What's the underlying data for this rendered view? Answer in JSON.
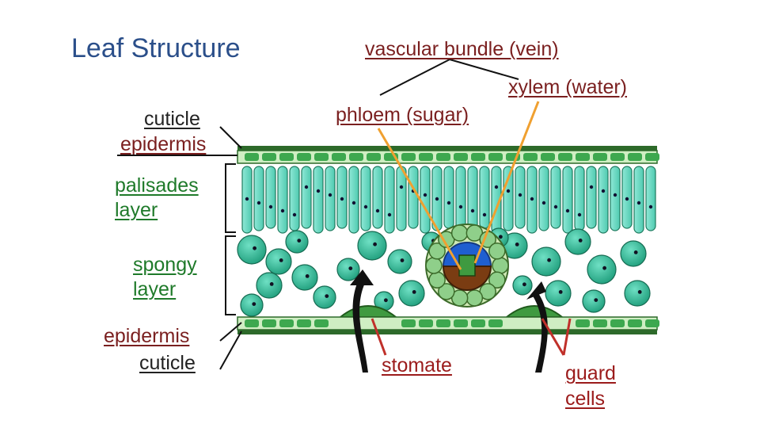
{
  "title": "Leaf Structure",
  "labels": {
    "cuticle_top": "cuticle",
    "epidermis_top": "epidermis",
    "palisades_1": "palisades",
    "palisades_2": "layer",
    "spongy_1": "spongy",
    "spongy_2": "layer",
    "epidermis_bottom": "epidermis",
    "cuticle_bottom": "cuticle",
    "vascular_bundle": "vascular bundle (vein)",
    "xylem": "xylem (water)",
    "phloem": "phloem (sugar)",
    "stomate": "stomate",
    "guard_1": "guard",
    "guard_2": "cells"
  },
  "colors": {
    "title": "#2b4f8a",
    "dark_label": "#222222",
    "tissue_label": "#1f7a2a",
    "vein_label": "#7a1f1f",
    "red_label": "#9b1b1b",
    "pointer_orange": "#f0a030",
    "pointer_red": "#c0302a"
  }
}
